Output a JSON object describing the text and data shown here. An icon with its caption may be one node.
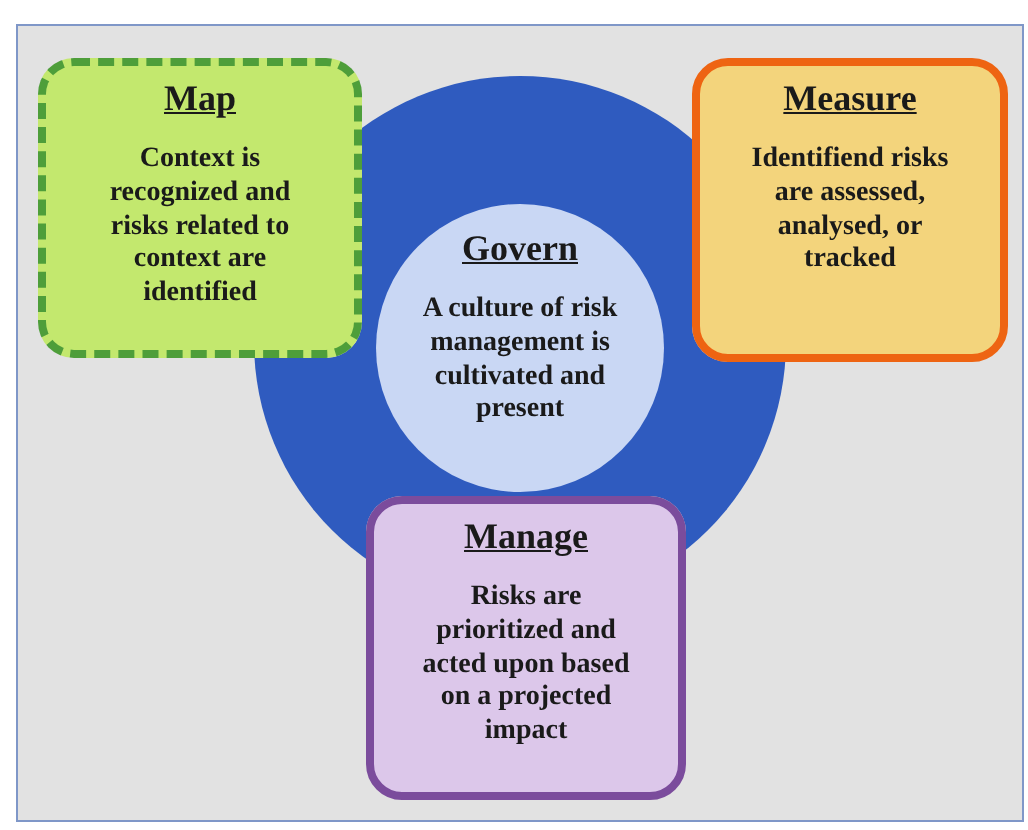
{
  "diagram": {
    "nodes": [
      {
        "text": [],
        "shape": "circle"
      },
      {
        "text": [
          "Govern",
          "A culture of risk management is cultivated and present"
        ],
        "in": 0
      },
      {
        "text": [
          "Map",
          "Context is recognized and risks related to context are identified"
        ]
      },
      {
        "text": [
          "Measure",
          "Identifiend risks are assessed, analysed, or tracked"
        ]
      },
      {
        "text": [
          "Manage",
          "Risks are prioritized and acted upon based on a projected impact"
        ]
      }
    ]
  }
}
